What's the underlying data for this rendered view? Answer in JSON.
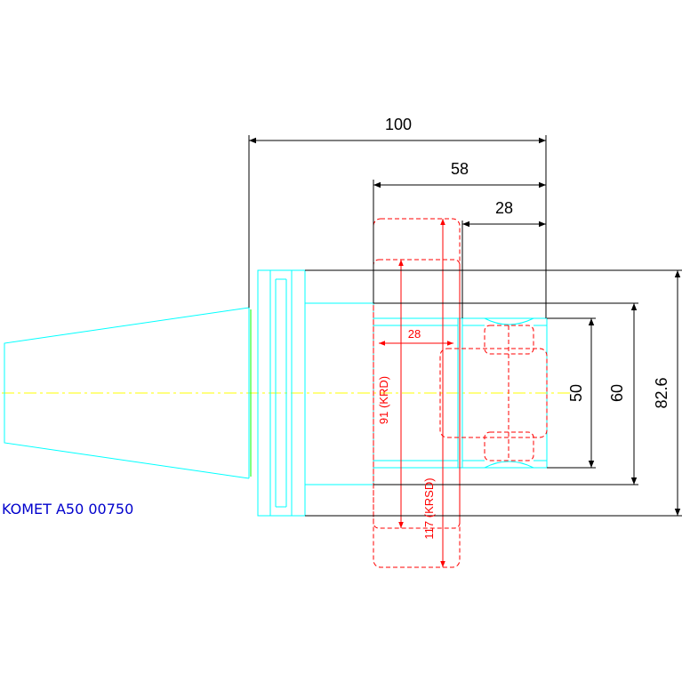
{
  "drawing": {
    "part_label": "KOMET A50 00750",
    "dimensions": {
      "overall_length": "100",
      "length_58": "58",
      "length_28_top": "28",
      "length_28_red": "28",
      "diameter_50": "50",
      "diameter_60": "60",
      "diameter_82_6": "82.6",
      "radial_91": "91 (KRD)",
      "radial_117": "117 (KRSD)"
    },
    "colors": {
      "outline": "#00ffff",
      "dimension": "#000000",
      "phantom": "#ff0000",
      "centerline": "#ffff00",
      "label": "#0000cc",
      "taper_edge": "#00ff00"
    }
  }
}
